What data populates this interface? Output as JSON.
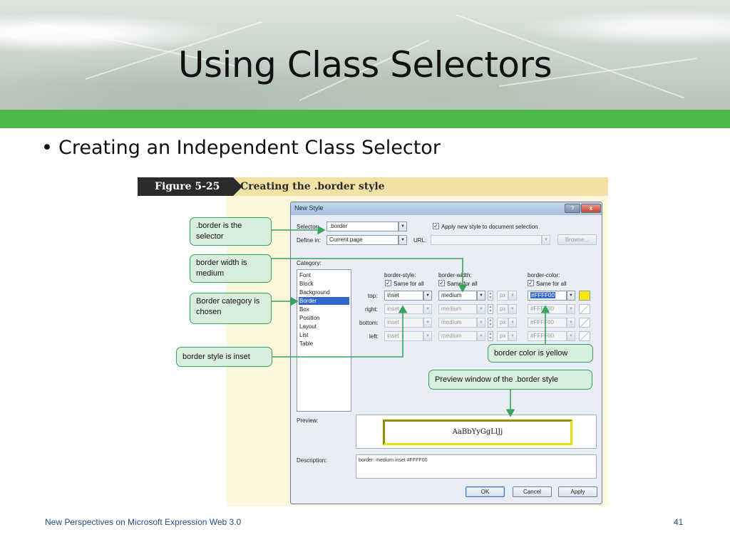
{
  "slide": {
    "title": "Using Class Selectors",
    "bullet": "Creating an Independent Class Selector",
    "footer_text": "New Perspectives on Microsoft Expression Web 3.0",
    "page_number": "41"
  },
  "figure": {
    "number": "Figure 5-25",
    "caption": "Creating the .border style"
  },
  "dialog": {
    "title": "New Style",
    "title_buttons": {
      "help": "?",
      "close": "x"
    },
    "selector_label": "Selector:",
    "selector_value": ".border",
    "apply_label": "Apply new style to document selection",
    "apply_checked": true,
    "define_in_label": "Define in:",
    "define_in_value": "Current page",
    "url_label": "URL:",
    "url_value": "",
    "browse_label": "Browse...",
    "category_label": "Category:",
    "categories": [
      "Font",
      "Block",
      "Background",
      "Border",
      "Box",
      "Position",
      "Layout",
      "List",
      "Table"
    ],
    "selected_category": "Border",
    "border_style_header": "border-style:",
    "border_width_header": "border-width:",
    "border_color_header": "border-color:",
    "same_for_all_label": "Same for all",
    "sides": [
      {
        "label": "top:",
        "style": "inset",
        "width": "medium",
        "unit": "px",
        "color": "#FFFF00",
        "swatch": "#FFEA00",
        "enabled": true
      },
      {
        "label": "right:",
        "style": "inset",
        "width": "medium",
        "unit": "px",
        "color": "#FFFF00",
        "enabled": false
      },
      {
        "label": "bottom:",
        "style": "inset",
        "width": "medium",
        "unit": "px",
        "color": "#FFFF00",
        "enabled": false
      },
      {
        "label": "left:",
        "style": "inset",
        "width": "medium",
        "unit": "px",
        "color": "#FFFF00",
        "enabled": false
      }
    ],
    "preview_label": "Preview:",
    "preview_text": "AaBbYyGgLlJj",
    "description_label": "Description:",
    "description_text": "border: medium inset #FFFF00",
    "ok_label": "OK",
    "cancel_label": "Cancel",
    "apply_button_label": "Apply"
  },
  "callouts": {
    "selector": ".border is the selector",
    "width": "border width is medium",
    "category": "Border category is chosen",
    "style": "border style is inset",
    "color": "border color is yellow",
    "preview": "Preview window of the .border style"
  },
  "colors": {
    "accent_green": "#4DB848",
    "callout_fill": "#D8EFDE",
    "callout_border": "#37A35A",
    "footer_blue": "#1F4D8C"
  }
}
